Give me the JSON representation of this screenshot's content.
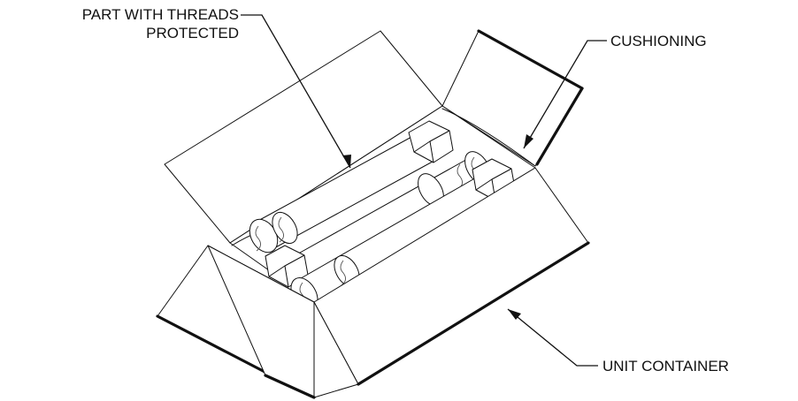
{
  "callouts": {
    "part_line1": "PART WITH THREADS",
    "part_line2": "PROTECTED",
    "cushioning": "CUSHIONING",
    "unit_container": "UNIT CONTAINER"
  }
}
